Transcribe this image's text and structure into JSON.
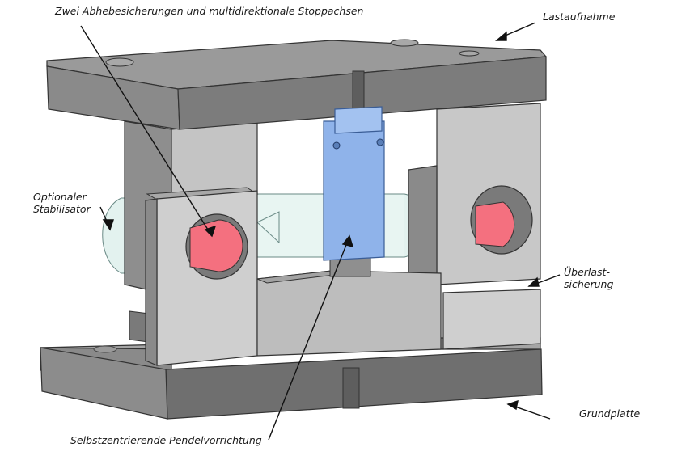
{
  "labels": {
    "stops": "Zwei Abhebesicherungen und multidirektionale Stoppachsen",
    "load": "Lastaufnahme",
    "stabilizer_1": "Optionaler",
    "stabilizer_2": "Stabilisator",
    "overload_1": "Überlast-",
    "overload_2": "sicherung",
    "pendulum": "Selbstzentrierende Pendelvorrichtung",
    "base": "Grundplatte"
  },
  "colors": {
    "steel_top": "#8e8e8e",
    "steel_front": "#7b7b7b",
    "steel_light": "#b8b8b8",
    "loadcell_blue": "#8fb3ea",
    "stopper_red": "#f4707f",
    "stabilizer_glass": "#e4f3f0"
  }
}
